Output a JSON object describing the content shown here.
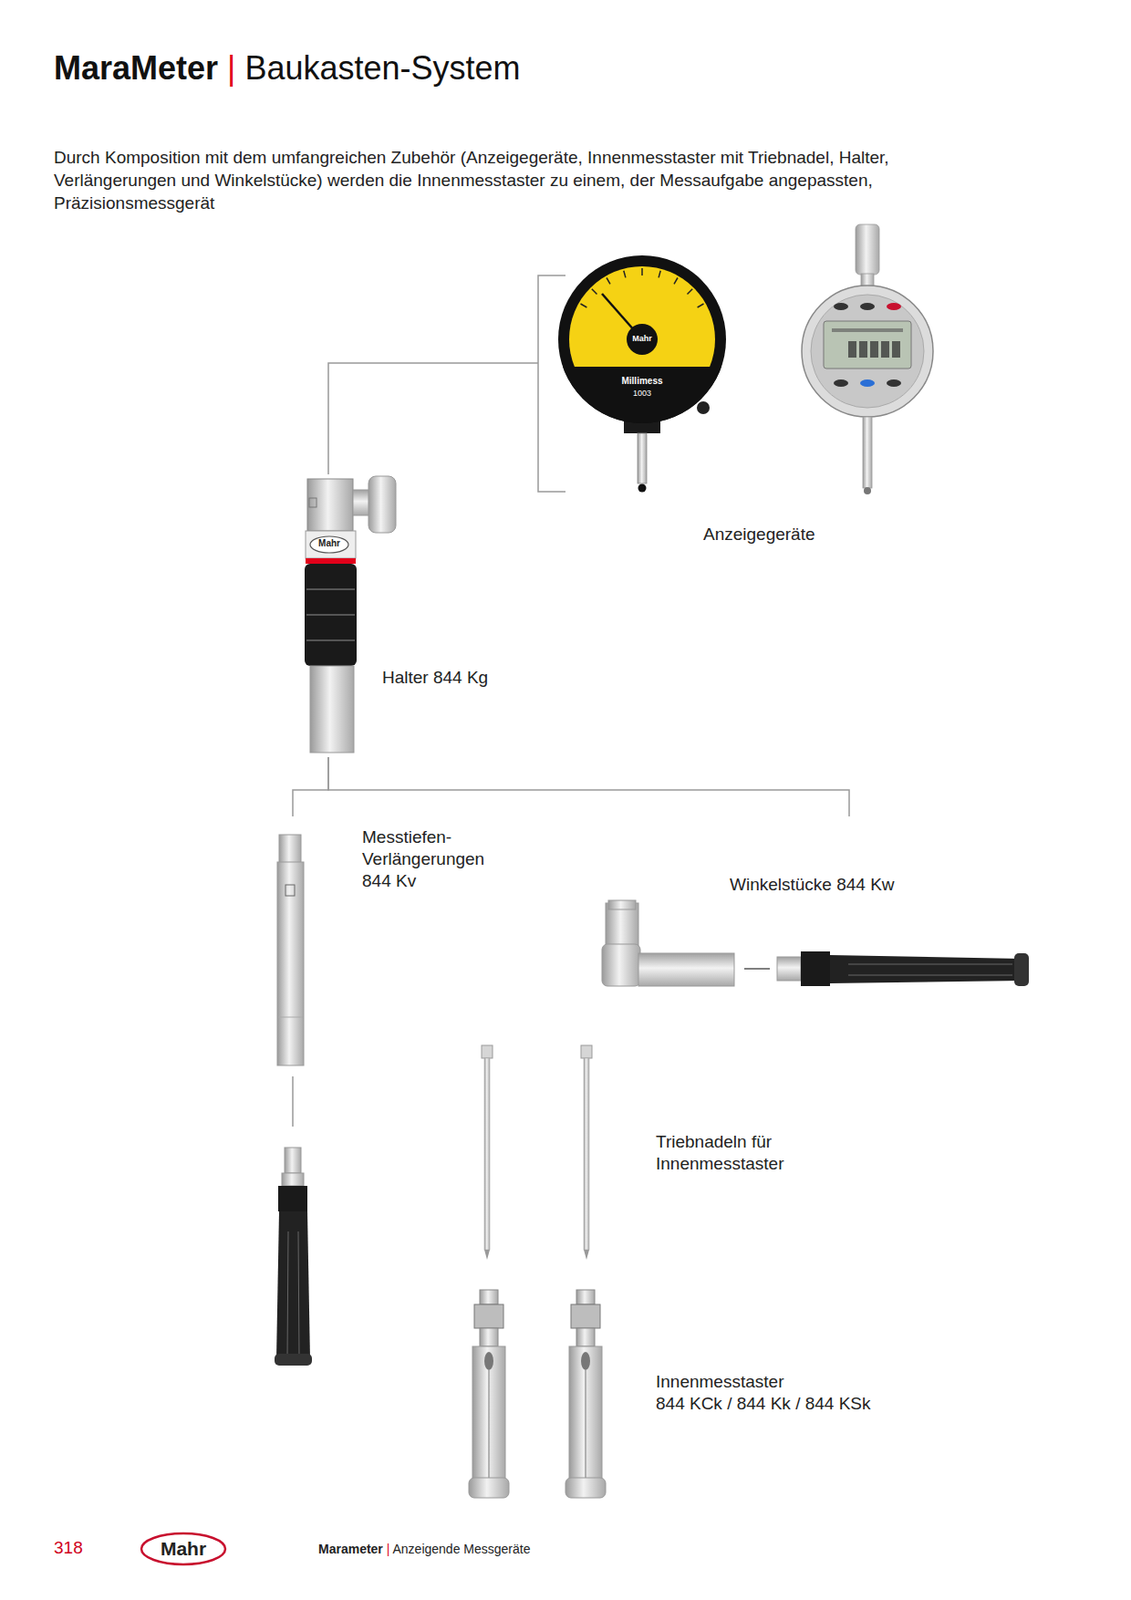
{
  "diagram": {
    "title": "MaraMeter | Baukasten-System",
    "nodes": [
      {
        "text": [
          "Anzeigegeräte"
        ]
      },
      {
        "text": [
          "Halter 844 Kg"
        ]
      },
      {
        "text": [
          "Messtiefen- Verlängerungen 844 Kv"
        ]
      },
      {
        "text": [
          "Winkelstücke 844 Kw"
        ]
      },
      {
        "text": [
          "Triebnadeln für Innenmesstaster"
        ]
      },
      {
        "text": [
          "Innenmesstaster",
          "844 KCk / 844 Kk / 844 KSk"
        ]
      }
    ],
    "edges": [
      {
        "from": 1,
        "to": 0,
        "arrow": "none"
      },
      {
        "from": 1,
        "to": 2,
        "arrow": "none"
      },
      {
        "from": 1,
        "to": 3,
        "arrow": "none"
      }
    ],
    "labels": [
      "Durch Komposition mit dem umfangreichen Zubehör (Anzeigegeräte, Innenmesstaster mit Triebnadel, Halter, Verlängerungen und Winkelstücke) werden die Innenmesstaster zu einem, der Messaufgabe angepassten, Präzisionsmessgerät",
      "Mahr",
      "Mahr",
      "Millimess",
      "1003",
      "318",
      "Mahr",
      "Marameter | Anzeigende Messgeräte"
    ]
  }
}
